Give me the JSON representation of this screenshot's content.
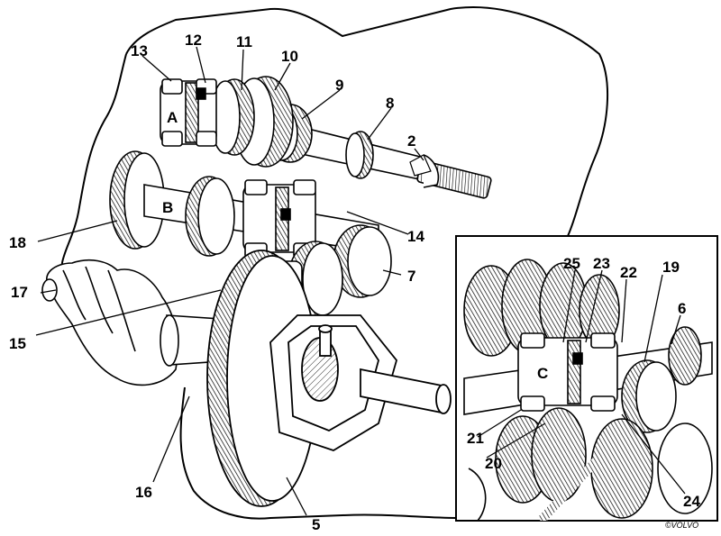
{
  "figure": {
    "callouts": [
      "2",
      "5",
      "6",
      "7",
      "8",
      "9",
      "10",
      "11",
      "12",
      "13",
      "14",
      "15",
      "16",
      "17",
      "18",
      "19",
      "20",
      "21",
      "22",
      "23",
      "24",
      "25"
    ],
    "shaft_labels": [
      "A",
      "B",
      "C"
    ],
    "copyright": "©VOLVO"
  }
}
